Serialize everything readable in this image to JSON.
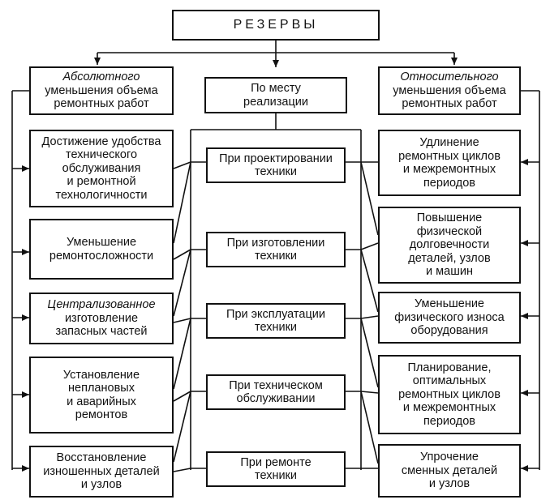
{
  "root": {
    "label": "РЕЗЕРВЫ"
  },
  "categories": {
    "absolute": {
      "label_line1": "Абсолютного",
      "label_rest": "уменьшения объема\nремонтных работ"
    },
    "place": {
      "label": "По месту\nреализации"
    },
    "relative": {
      "label_line1": "Относительного",
      "label_rest": "уменьшения объема\nремонтных работ"
    }
  },
  "left_items": [
    {
      "label": "Достижение удобства\nтехнического\nобслуживания\nи ремонтной\nтехнологичности"
    },
    {
      "label": "Уменьшение\nремонтосложности"
    },
    {
      "label_line1": "Централизованное",
      "label_rest": "изготовление\nзапасных частей"
    },
    {
      "label": "Установление\nнеплановых\nи аварийных\nремонтов"
    },
    {
      "label": "Восстановление\nизношенных деталей\nи узлов"
    }
  ],
  "center_items": [
    {
      "label": "При проектировании\nтехники"
    },
    {
      "label": "При изготовлении\nтехники"
    },
    {
      "label": "При эксплуатации\nтехники"
    },
    {
      "label": "При техническом\nобслуживании"
    },
    {
      "label": "При ремонте\nтехники"
    }
  ],
  "right_items": [
    {
      "label": "Удлинение\nремонтных циклов\nи межремонтных\nпериодов"
    },
    {
      "label": "Повышение\nфизической\nдолговечности\nдеталей, узлов\nи машин"
    },
    {
      "label": "Уменьшение\nфизического износа\nоборудования"
    },
    {
      "label": "Планирование,\nоптимальных\nремонтных циклов\nи межремонтных\nпериодов"
    },
    {
      "label": "Упрочение\nсменных деталей\nи узлов"
    }
  ]
}
